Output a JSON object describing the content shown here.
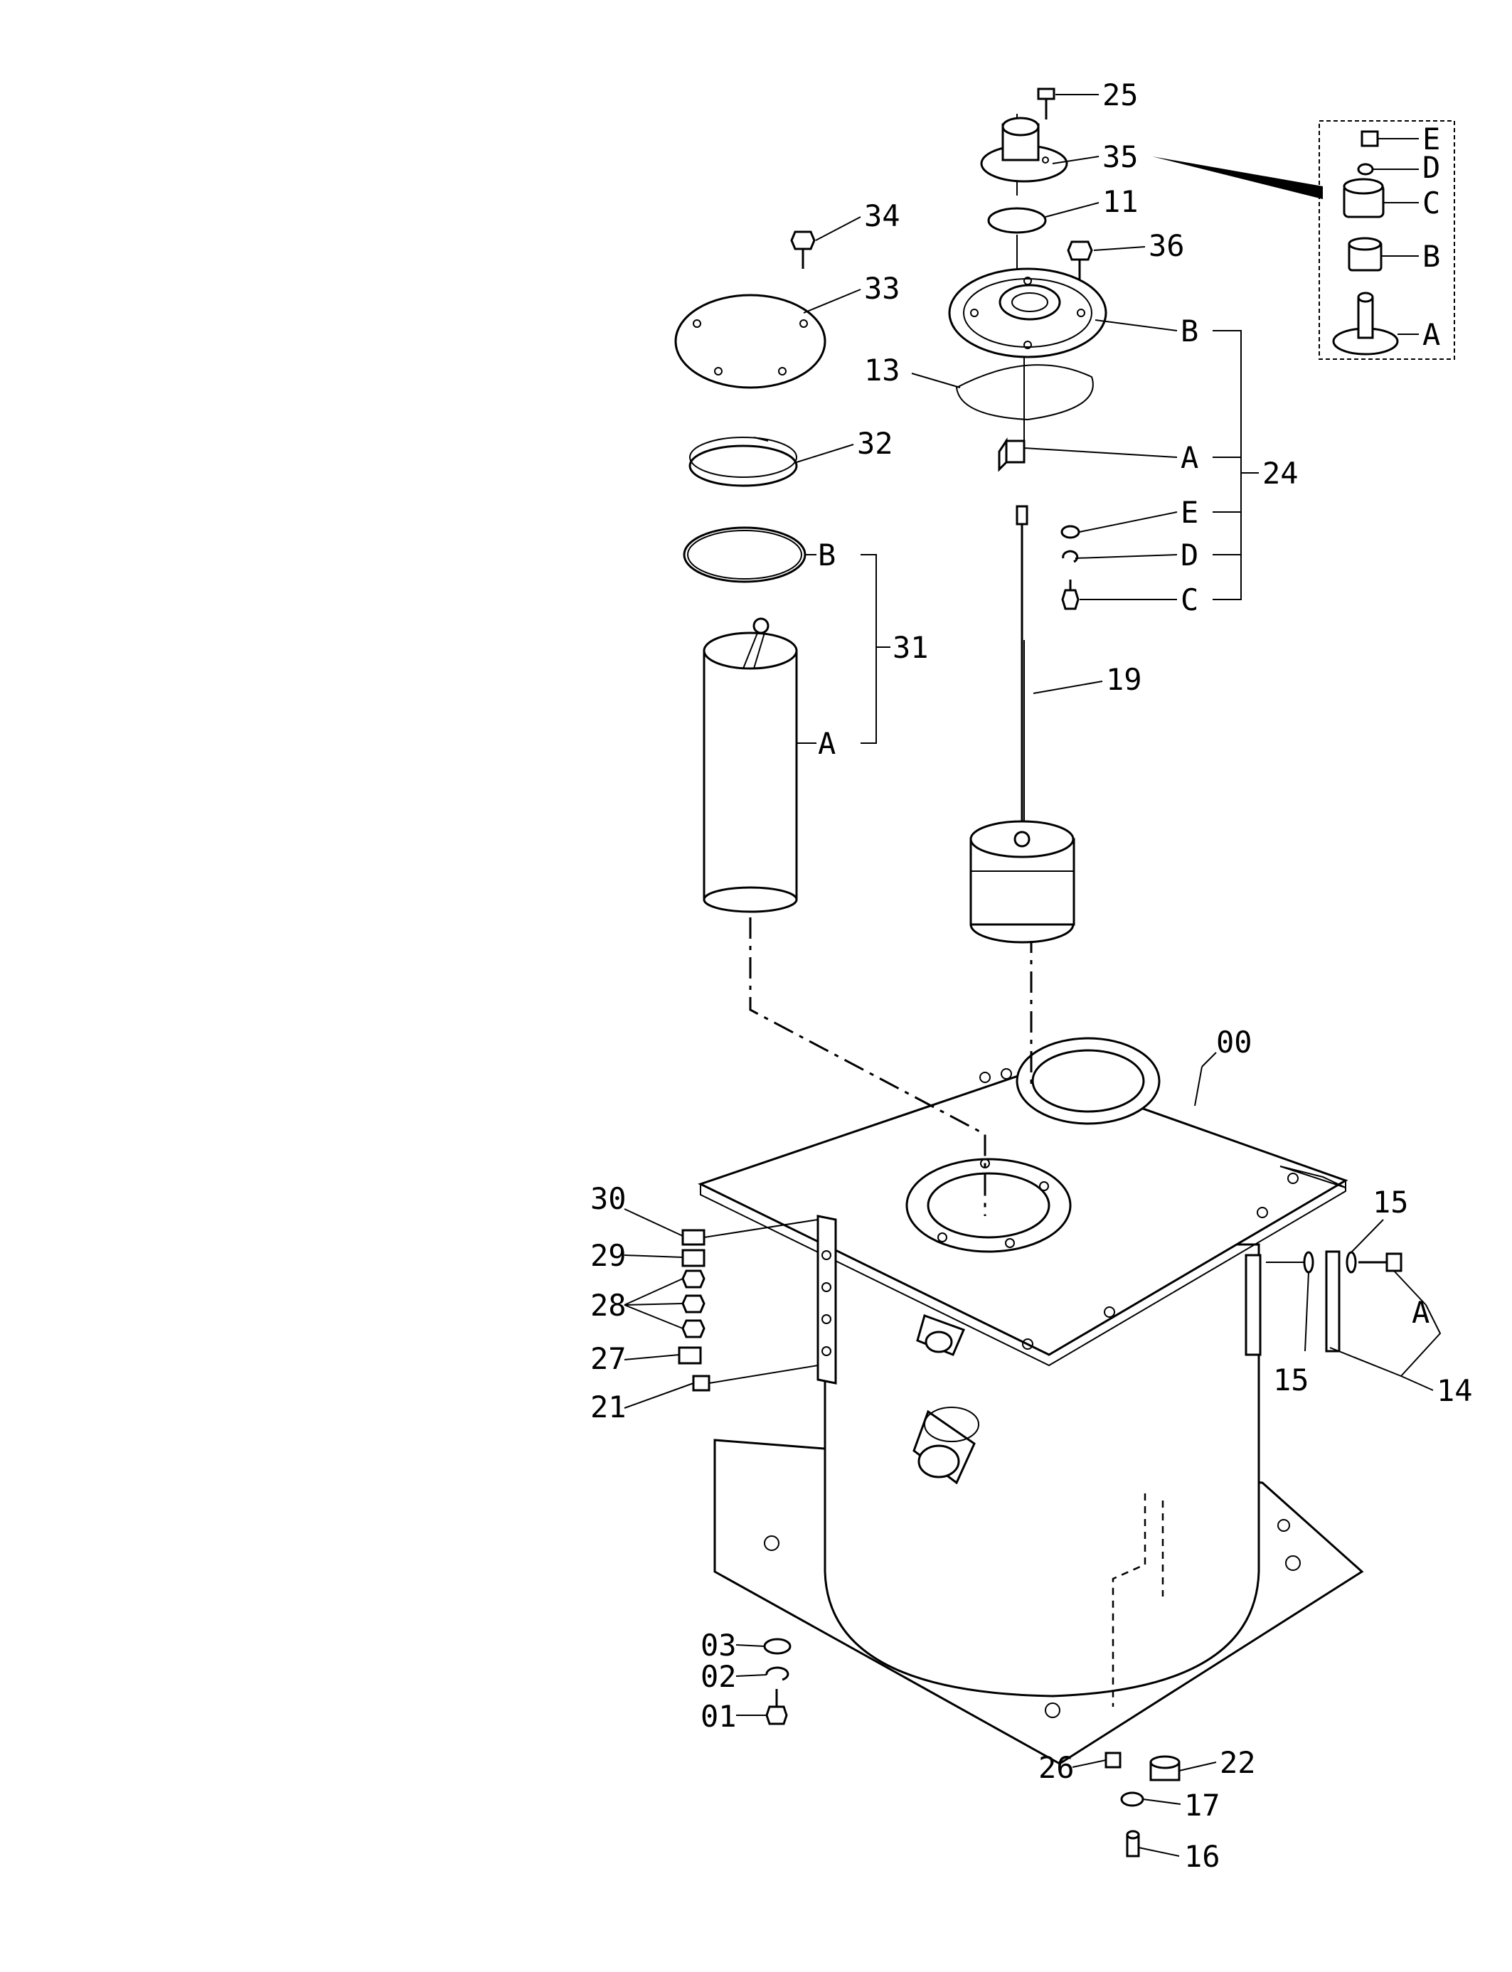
{
  "labels": {
    "p25": "25",
    "p35": "35",
    "p11": "11",
    "p36": "36",
    "p34": "34",
    "p33": "33",
    "p13": "13",
    "p32": "32",
    "p31": "31",
    "p19": "19",
    "p24": "24",
    "p00": "00",
    "p30": "30",
    "p29": "29",
    "p28": "28",
    "p27": "27",
    "p21": "21",
    "p15a": "15",
    "p15b": "15",
    "p14": "14",
    "p03": "03",
    "p02": "02",
    "p01": "01",
    "p26": "26",
    "p22": "22",
    "p17": "17",
    "p16": "16"
  },
  "letters": {
    "inset_E": "E",
    "inset_D": "D",
    "inset_C": "C",
    "inset_B": "B",
    "inset_A": "A",
    "k24_B": "B",
    "k24_A": "A",
    "k24_E": "E",
    "k24_D": "D",
    "k24_C": "C",
    "k31_B": "B",
    "k31_A": "A",
    "k14_A": "A"
  }
}
